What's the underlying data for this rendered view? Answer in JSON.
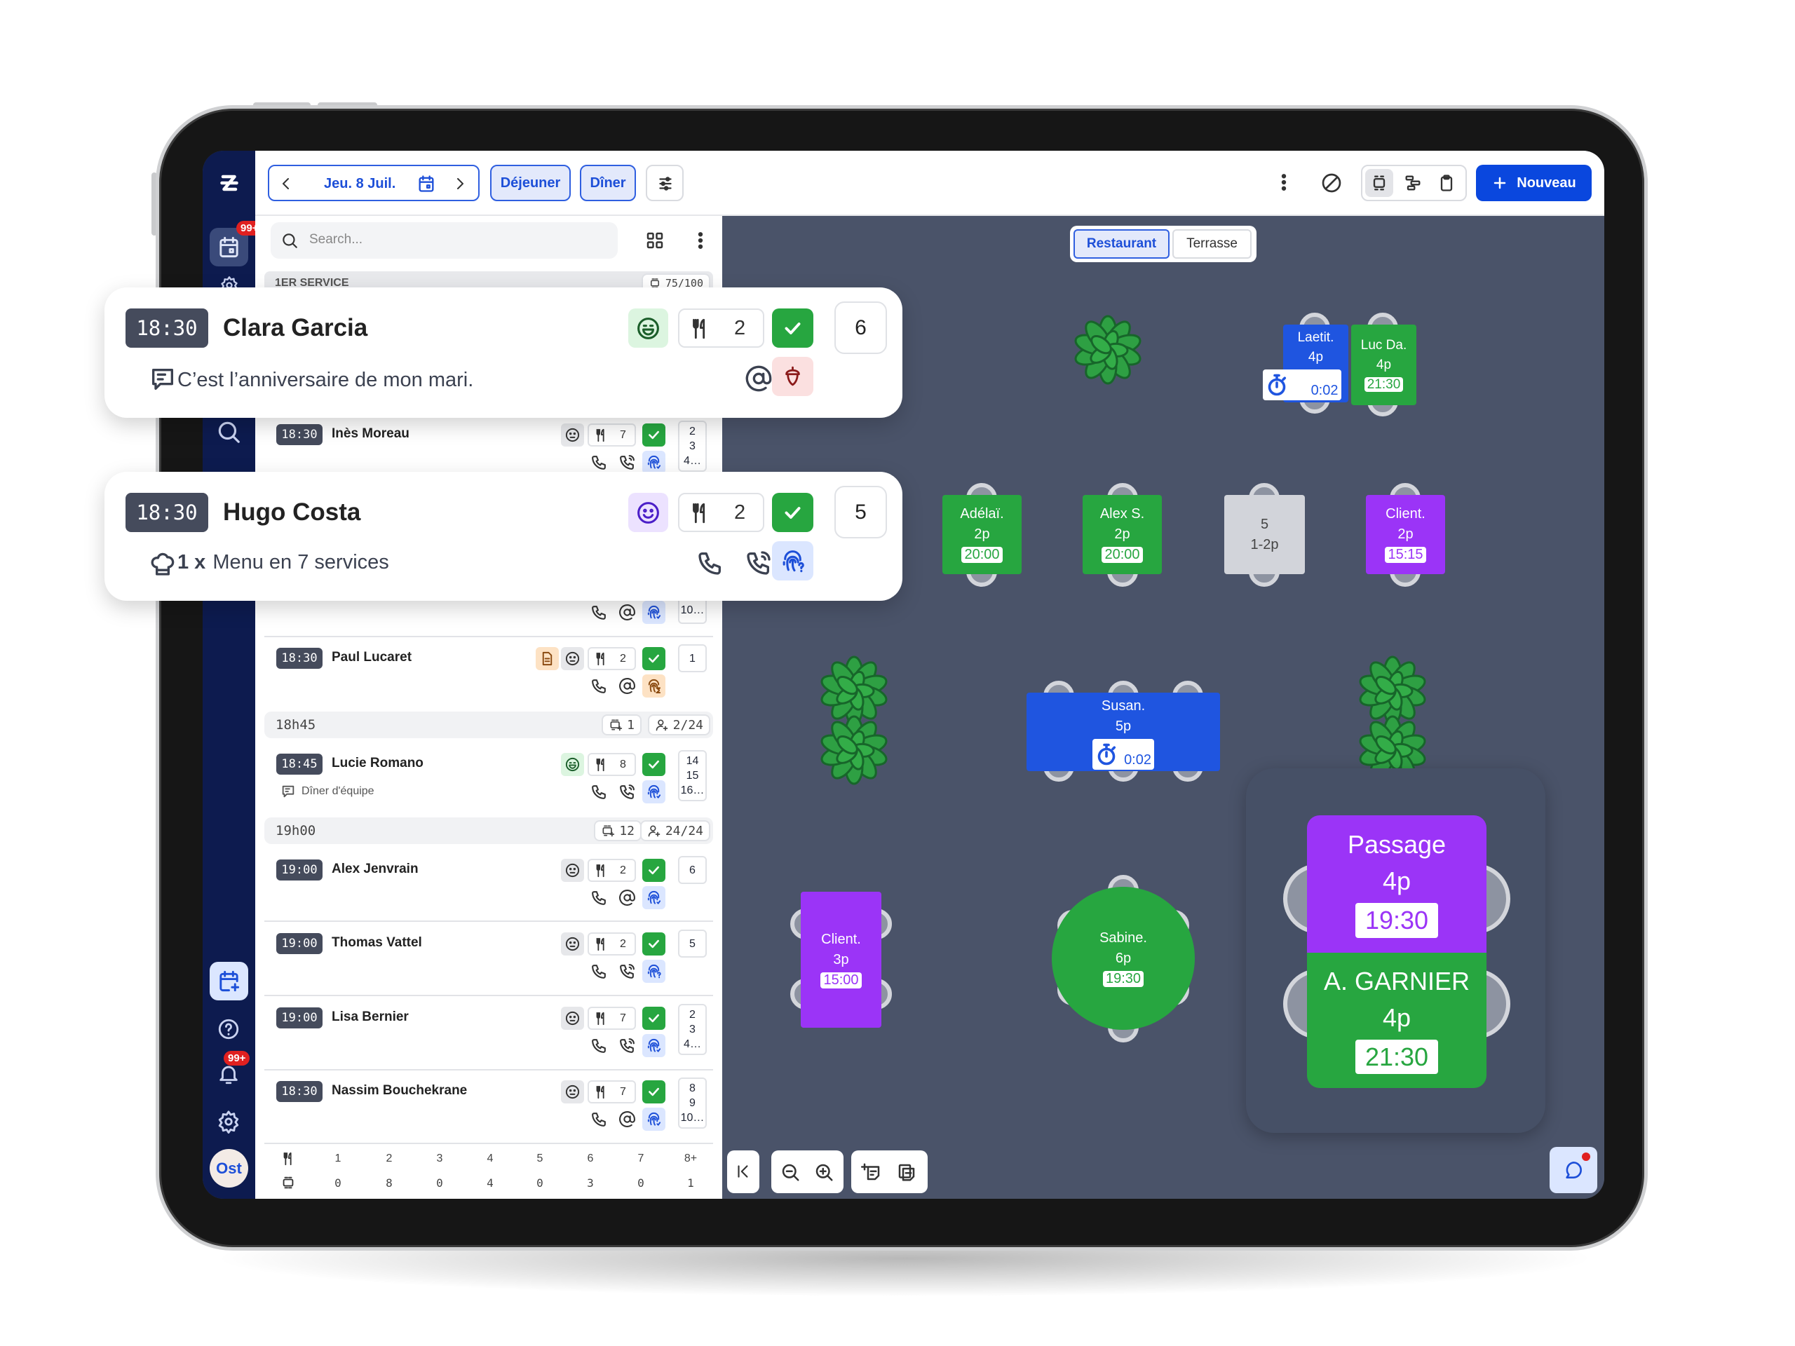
{
  "topbar": {
    "date_label": "Jeu. 8 Juil.",
    "lunch_label": "Déjeuner",
    "dinner_label": "Dîner",
    "new_label": "Nouveau"
  },
  "sidebar": {
    "reservations_badge": "99+",
    "notifications_badge": "99+",
    "avatar_initials": "Ost"
  },
  "search": {
    "placeholder": "Search..."
  },
  "service": {
    "label": "1ER SERVICE",
    "capacity": "75/100"
  },
  "groups": [
    {
      "label": "18h45",
      "tables": "1",
      "guests": "2/24"
    },
    {
      "label": "19h00",
      "tables": "12",
      "guests": "24/24"
    }
  ],
  "reservations": [
    {
      "time": "18:30",
      "name": "Inès Moreau",
      "mood": "neutral",
      "covers": "7",
      "tables": [
        "2",
        "3",
        "4…"
      ],
      "contacts": [
        "phone",
        "phone-ringing"
      ],
      "fingerprint": "verified"
    },
    {
      "time": "",
      "name": "",
      "mood": "",
      "covers": "",
      "tables": [
        "10…"
      ],
      "contacts": [
        "phone",
        "email"
      ],
      "fingerprint": "verified"
    },
    {
      "time": "18:30",
      "name": "Paul Lucaret",
      "mood": "neutral",
      "doc": true,
      "covers": "2",
      "tables": [
        "1"
      ],
      "contacts": [
        "phone",
        "email"
      ],
      "fingerprint": "pending"
    },
    {
      "time": "18:45",
      "name": "Lucie Romano",
      "mood": "happy",
      "covers": "8",
      "tables": [
        "14",
        "15",
        "16…"
      ],
      "contacts": [
        "phone",
        "phone-ringing"
      ],
      "fingerprint": "verified",
      "note": "Dîner d'équipe"
    },
    {
      "time": "19:00",
      "name": "Alex Jenvrain",
      "mood": "neutral",
      "covers": "2",
      "tables": [
        "6"
      ],
      "contacts": [
        "phone",
        "email"
      ],
      "fingerprint": "verified"
    },
    {
      "time": "19:00",
      "name": "Thomas Vattel",
      "mood": "neutral",
      "covers": "2",
      "tables": [
        "5"
      ],
      "contacts": [
        "phone",
        "phone-ringing"
      ],
      "fingerprint": "question"
    },
    {
      "time": "19:00",
      "name": "Lisa Bernier",
      "mood": "neutral",
      "covers": "7",
      "tables": [
        "2",
        "3",
        "4…"
      ],
      "contacts": [
        "phone",
        "phone-ringing"
      ],
      "fingerprint": "verified"
    },
    {
      "time": "18:30",
      "name": "Nassim Bouchekrane",
      "mood": "neutral",
      "covers": "7",
      "tables": [
        "8",
        "9",
        "10…"
      ],
      "contacts": [
        "phone",
        "email"
      ],
      "fingerprint": "verified"
    }
  ],
  "cards": [
    {
      "time": "18:30",
      "name": "Clara Garcia",
      "mood": "happy",
      "covers": "2",
      "table": "6",
      "detail": "C’est l’anniversaire de mon mari.",
      "detail_icon": "note",
      "contacts": [
        "email"
      ],
      "extra": "allergy-acorn"
    },
    {
      "time": "18:30",
      "name": "Hugo Costa",
      "mood": "smile",
      "covers": "2",
      "table": "5",
      "detail_qty": "1 x",
      "detail": "Menu en 7 services",
      "detail_icon": "chef-hat",
      "contacts": [
        "phone",
        "phone-ringing"
      ],
      "extra": "fingerprint-question"
    }
  ],
  "footer": {
    "covers": [
      "1",
      "2",
      "3",
      "4",
      "5",
      "6",
      "7",
      "8+"
    ],
    "table_counts": [
      "0",
      "8",
      "0",
      "4",
      "0",
      "3",
      "0",
      "1"
    ]
  },
  "floor": {
    "tabs": [
      {
        "label": "Restaurant",
        "active": true
      },
      {
        "label": "Terrasse",
        "active": false
      }
    ],
    "tables": [
      {
        "name": "Laetit.",
        "covers": "4p",
        "status": "seated",
        "timer": "0:02"
      },
      {
        "name": "Luc Da.",
        "covers": "4p",
        "status": "confirmed",
        "time": "21:30"
      },
      {
        "name": "Adélaï.",
        "covers": "2p",
        "status": "confirmed",
        "time": "20:00"
      },
      {
        "name": "Alex S.",
        "covers": "2p",
        "status": "confirmed",
        "time": "20:00"
      },
      {
        "name": "5",
        "covers": "1-2p",
        "status": "free"
      },
      {
        "name": "Client.",
        "covers": "2p",
        "status": "walkin",
        "time": "15:15"
      },
      {
        "name": "Susan.",
        "covers": "5p",
        "status": "seated",
        "timer": "0:02"
      },
      {
        "name": "Client.",
        "covers": "3p",
        "status": "walkin",
        "time": "15:00"
      },
      {
        "name": "Sabine.",
        "covers": "6p",
        "status": "confirmed",
        "time": "19:30"
      },
      {
        "name": "Passage",
        "covers": "4p",
        "status": "walkin",
        "time": "19:30"
      },
      {
        "name": "A. GARNIER",
        "covers": "4p",
        "status": "confirmed",
        "time": "21:30"
      }
    ]
  },
  "colors": {
    "confirmed": "#27a640",
    "walkin": "#9b34f7",
    "seated": "#1f55e0",
    "free": "#d2d4da",
    "brand": "#0a47de",
    "sidebar": "#0d1b4f",
    "floor": "#4a5369"
  }
}
